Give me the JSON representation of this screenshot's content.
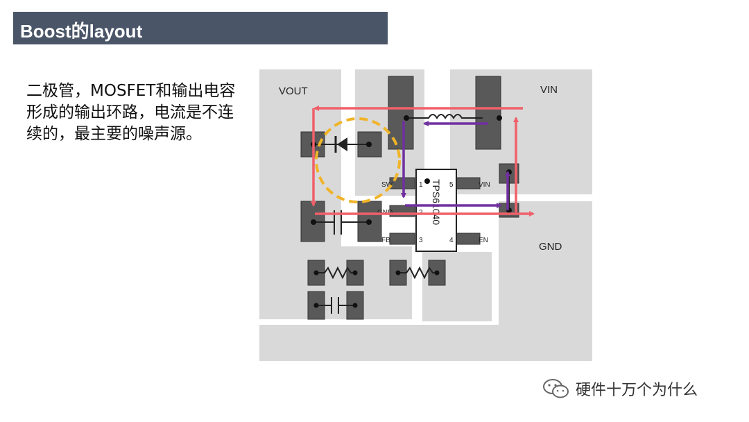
{
  "slide": {
    "title": "Boost的layout",
    "body": "二极管，MOSFET和输出电容形成的输出环路，电流是不连续的，最主要的噪声源。"
  },
  "diagram": {
    "labels": {
      "vout": "VOUT",
      "vin": "VIN",
      "gnd": "GND",
      "ic_part": "TPS61040"
    },
    "pins": {
      "sw": "SW",
      "gnd": "GND",
      "fb": "FB",
      "vin": "VIN",
      "en": "EN",
      "p1": "1",
      "p2": "2",
      "p3": "3",
      "p4": "4",
      "p5": "5"
    },
    "colors": {
      "copper": "#d9d9d9",
      "pad": "#595959",
      "loop_red": "#f0606a",
      "loop_purple": "#7030a0",
      "highlight_circle": "#f0b429"
    }
  },
  "watermark": {
    "text": "硬件十万个为什么",
    "icon": "wechat-icon"
  }
}
